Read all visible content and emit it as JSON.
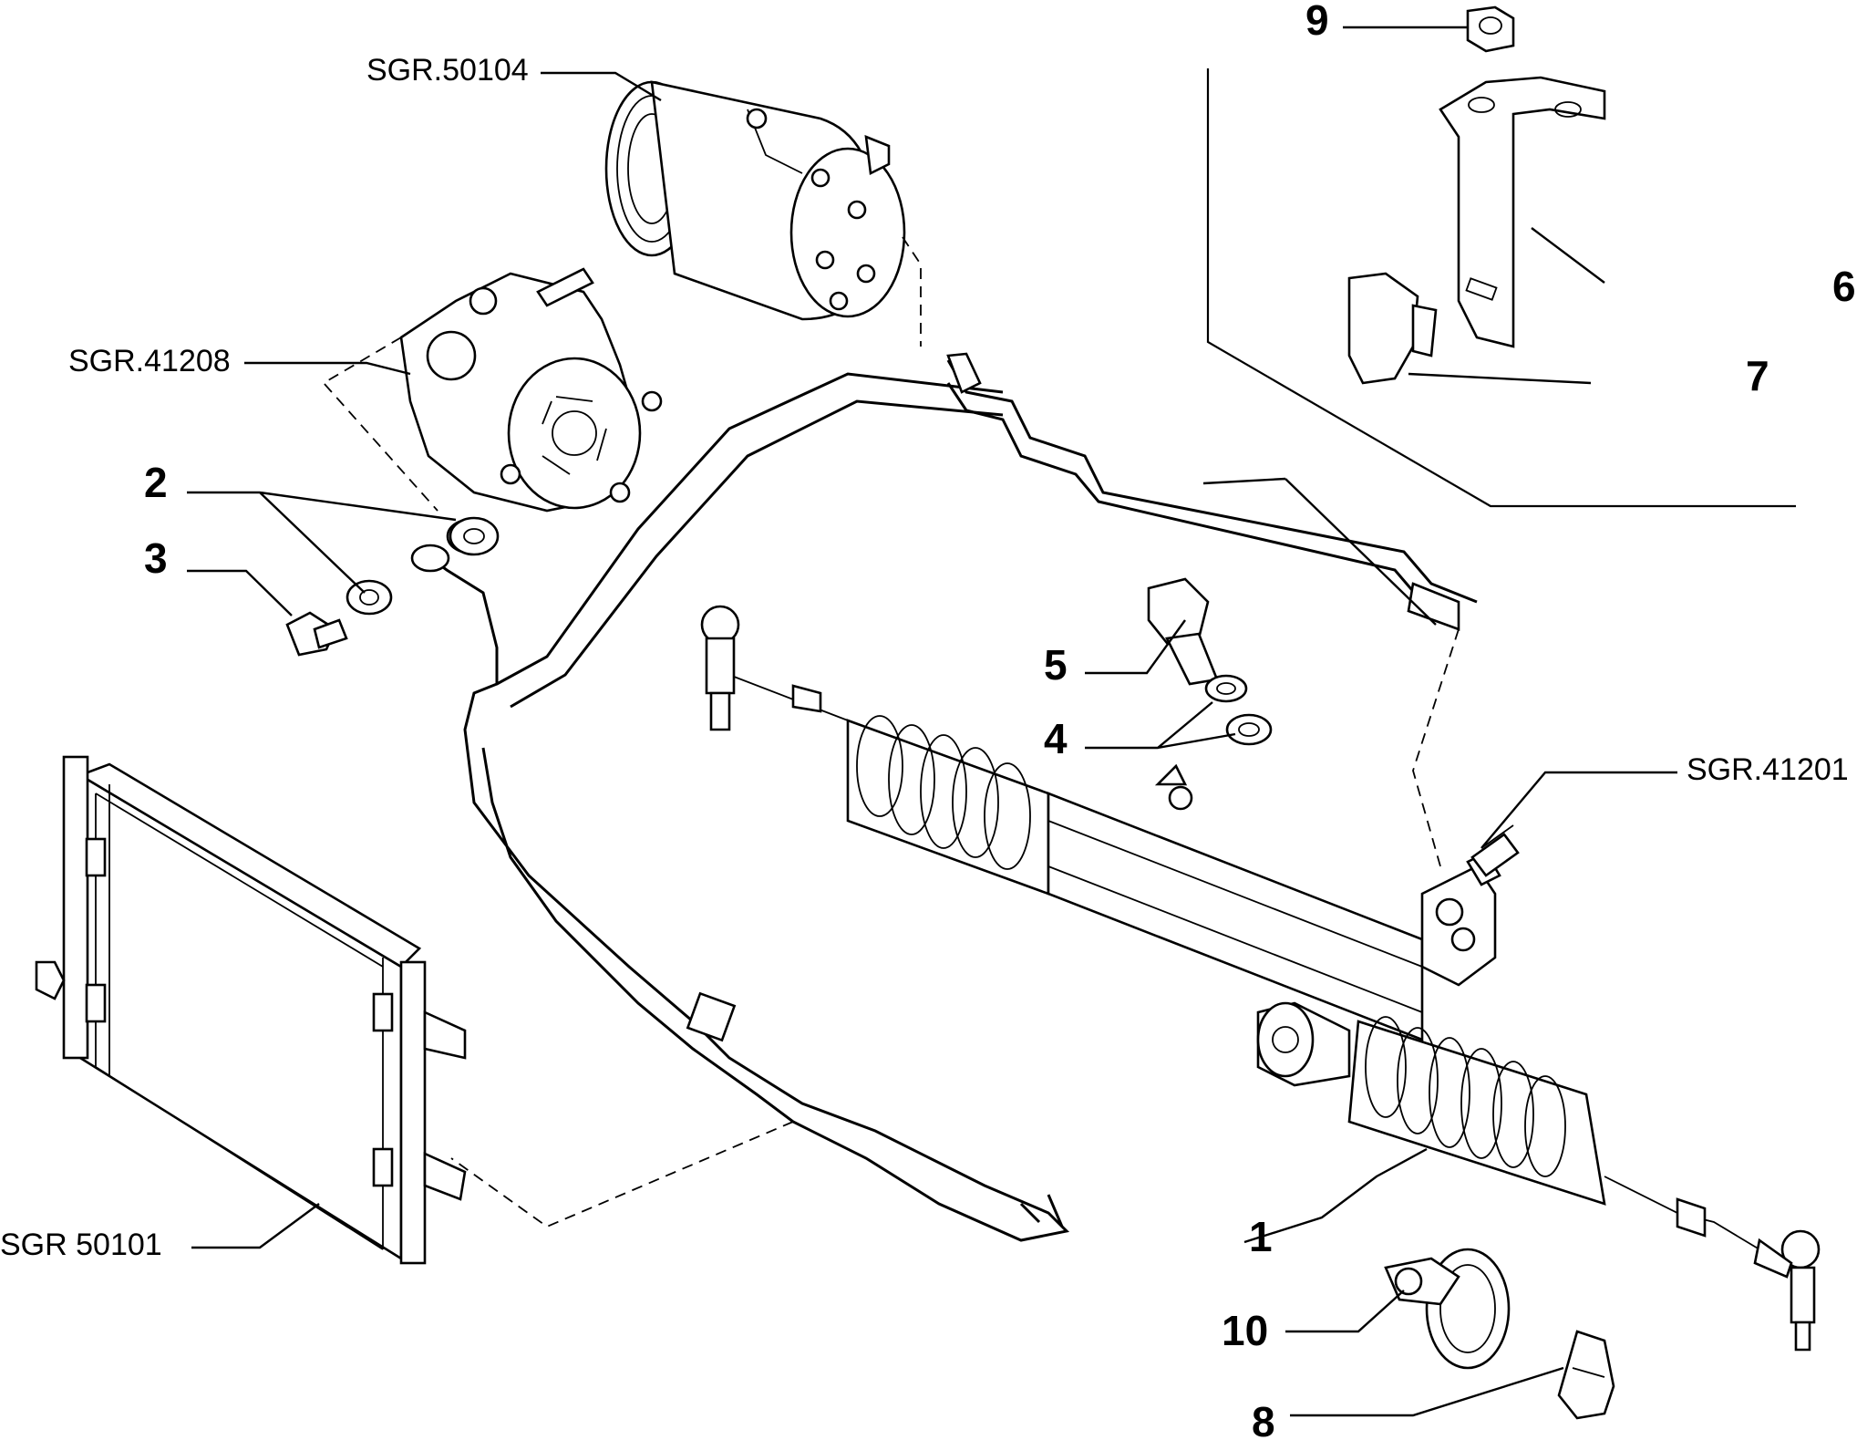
{
  "callouts": {
    "n1": "1",
    "n2": "2",
    "n3": "3",
    "n4": "4",
    "n5": "5",
    "n6": "6",
    "n7": "7",
    "n8": "8",
    "n9": "9",
    "n10": "10"
  },
  "references": {
    "compressor": "SGR.50104",
    "pump": "SGR.41208",
    "steering_box": "SGR.41201",
    "condenser": "SGR 50101"
  }
}
